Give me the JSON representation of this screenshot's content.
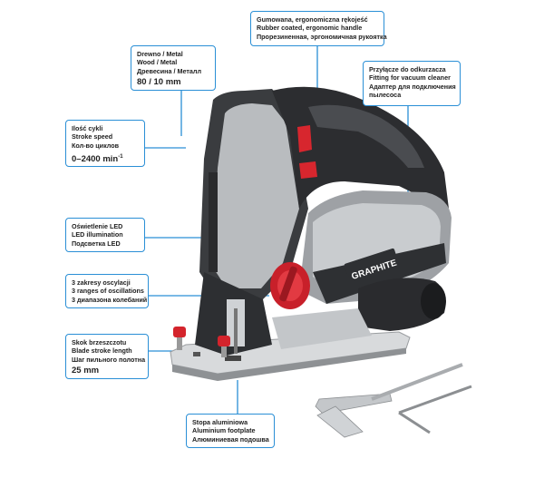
{
  "brand": "GRAPHITE",
  "accent_color": "#2a8fd6",
  "callouts": {
    "handle": {
      "lines": [
        "Gumowana, ergonomiczna rękojeść",
        "Rubber coated, ergonomic handle",
        "Прорезиненная, эргономичная рукоятка"
      ]
    },
    "material": {
      "lines": [
        "Drewno / Metal",
        "Wood / Metal",
        "Древесина / Металл"
      ],
      "value": "80 / 10 mm"
    },
    "vacuum": {
      "lines": [
        "Przyłącze do odkurzacza",
        "Fitting for vacuum cleaner",
        "Адаптер для подключения",
        "пылесоса"
      ]
    },
    "stroke_speed": {
      "lines": [
        "Ilość cykli",
        "Stroke speed",
        "Кол-во циклов"
      ],
      "value": "0–2400 min",
      "value_sup": "-1"
    },
    "led": {
      "lines": [
        "Oświetlenie LED",
        "LED illumination",
        "Подсветка LED"
      ]
    },
    "oscillation": {
      "lines": [
        "3 zakresy oscylacji",
        "3 ranges of oscillations",
        "3 диапазона колебаний"
      ]
    },
    "stroke_length": {
      "lines": [
        "Skok brzeszczotu",
        "Blade stroke length",
        "Шаг пильного полотна"
      ],
      "value": "25 mm"
    },
    "footplate": {
      "lines": [
        "Stopa aluminiowa",
        "Aluminium footplate",
        "Алюминиевая подошва"
      ]
    }
  }
}
